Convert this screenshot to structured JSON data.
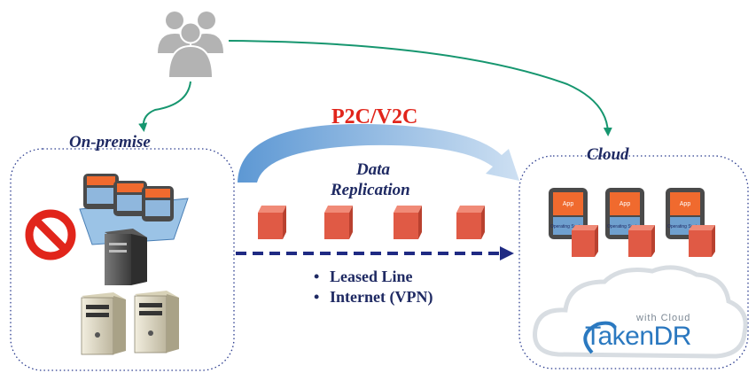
{
  "diagram": {
    "on_premise_label": "On-premise",
    "cloud_label": "Cloud",
    "migration_label": "P2C/V2C",
    "replication_line1": "Data",
    "replication_line2": "Replication",
    "connections": [
      "Leased Line",
      "Internet (VPN)"
    ],
    "bullet_glyph": "•",
    "vm_app_label": "App",
    "vm_os_label": "Operating System"
  },
  "logo": {
    "small_text": "with Cloud",
    "main_text_1": "Taken",
    "main_text_2": "DR"
  },
  "colors": {
    "navy": "#1f2a63",
    "red": "#e1251b",
    "arrow_green": "#16966f",
    "block_red": "#e05a45",
    "vm_orange": "#f06a2e",
    "vm_blue": "#6fa0cf",
    "blue_arrow": "#5b9bd5"
  },
  "icons": [
    "users-icon",
    "prohibited-icon",
    "server-icon",
    "tower-server-icon",
    "data-block-icon",
    "cloud-icon"
  ]
}
